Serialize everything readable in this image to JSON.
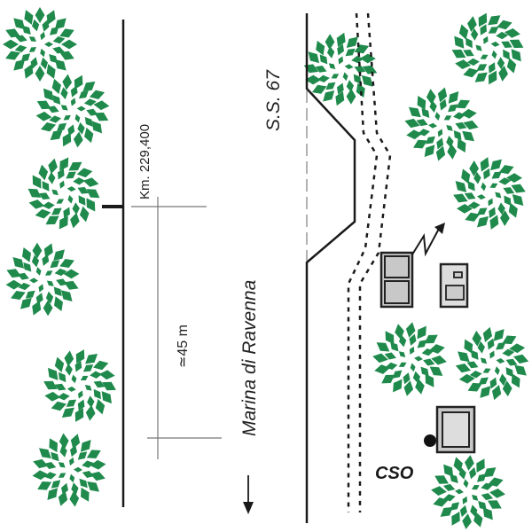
{
  "labels": {
    "km": "Km. 229,400",
    "distance": "≃45 m",
    "road": "S.S. 67",
    "direction": "Marina di Ravenna",
    "cso": "CSO"
  },
  "colors": {
    "tree": "#1f8a4c",
    "building_fill": "#c8c8c8",
    "line": "#1a1a1a",
    "dimension_line": "#777777"
  },
  "icons": [
    "tree-icon",
    "building-icon",
    "signal-arrow-icon",
    "down-arrow-icon"
  ]
}
